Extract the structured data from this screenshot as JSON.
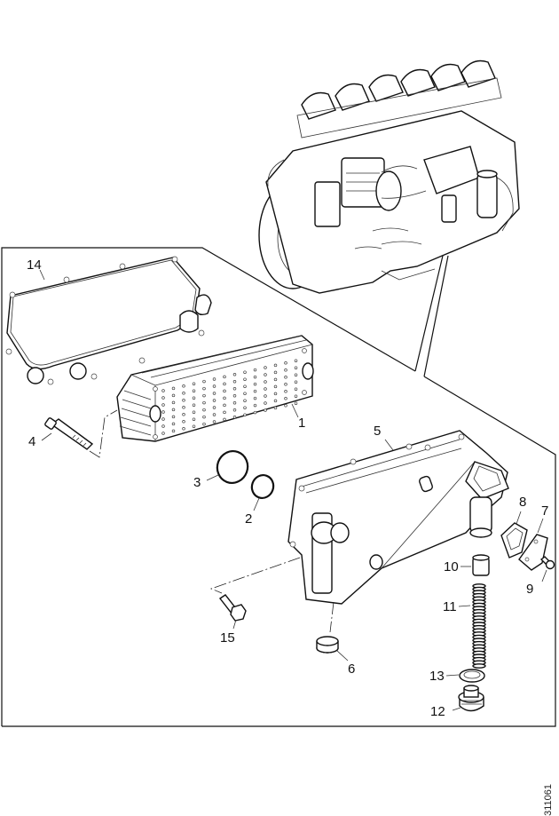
{
  "diagram": {
    "title": "Oil cooler assembly exploded view",
    "reference_number": "311061",
    "overview_image": "engine-overview",
    "callouts": [
      {
        "number": "1",
        "part": "oil-cooler-element"
      },
      {
        "number": "2",
        "part": "o-ring-small"
      },
      {
        "number": "3",
        "part": "o-ring-large"
      },
      {
        "number": "4",
        "part": "bolt-long"
      },
      {
        "number": "5",
        "part": "oil-cooler-housing"
      },
      {
        "number": "6",
        "part": "plug"
      },
      {
        "number": "7",
        "part": "cover-plate"
      },
      {
        "number": "8",
        "part": "cover-gasket"
      },
      {
        "number": "9",
        "part": "cover-screw"
      },
      {
        "number": "10",
        "part": "valve-piston"
      },
      {
        "number": "11",
        "part": "spring"
      },
      {
        "number": "12",
        "part": "drain-plug"
      },
      {
        "number": "13",
        "part": "sealing-ring"
      },
      {
        "number": "14",
        "part": "housing-gasket"
      },
      {
        "number": "15",
        "part": "flange-bolt"
      }
    ]
  }
}
